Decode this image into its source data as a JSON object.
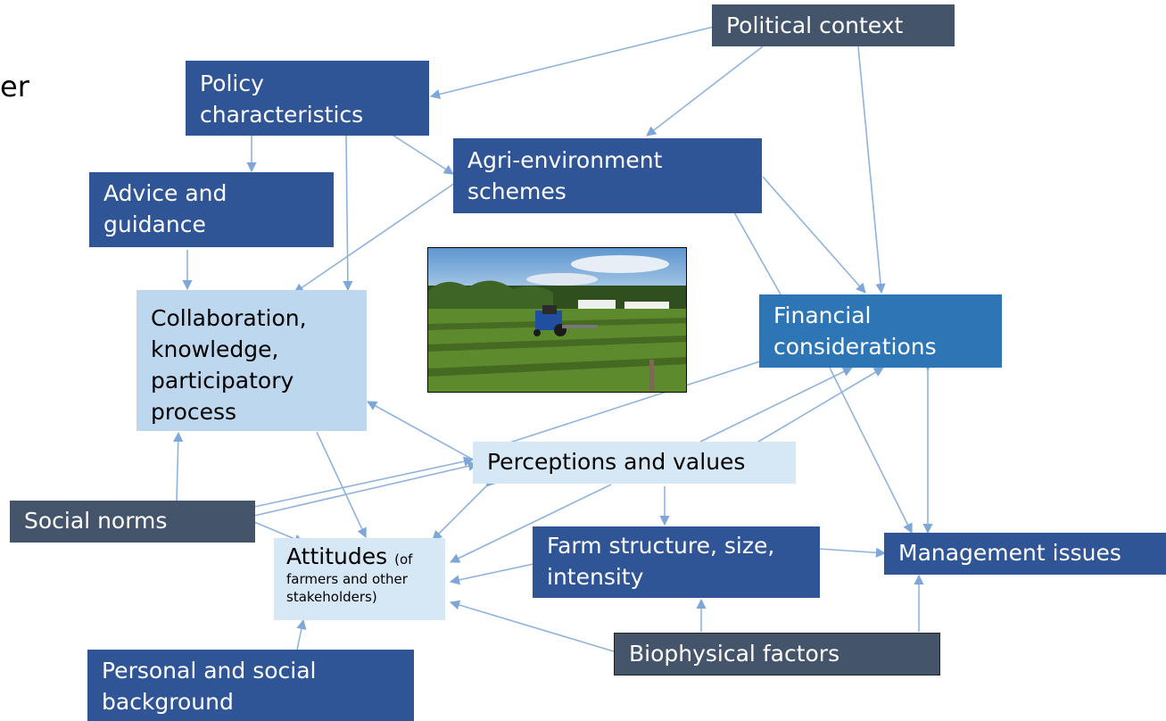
{
  "fragment_text": "er",
  "nodes": {
    "political_context": "Political context",
    "policy_characteristics_1": "Policy",
    "policy_characteristics_2": "characteristics",
    "agri_env_1": "Agri-environment",
    "agri_env_2": "schemes",
    "advice_1": "Advice and",
    "advice_2": "guidance",
    "collab_1": "Collaboration,",
    "collab_2": "knowledge,",
    "collab_3": "participatory",
    "collab_4": "process",
    "financial_1": "Financial",
    "financial_2": "considerations",
    "perceptions": "Perceptions and values",
    "social_norms": "Social norms",
    "attitudes_main": "Attitudes",
    "attitudes_sub_1": "(of",
    "attitudes_sub_2": "farmers and other",
    "attitudes_sub_3": "stakeholders)",
    "farm_structure_1": "Farm structure, size,",
    "farm_structure_2": "intensity",
    "management": "Management issues",
    "personal_1": "Personal and social",
    "personal_2": "background",
    "biophysical": "Biophysical factors"
  },
  "colors": {
    "dark_slate": "#44546a",
    "navy": "#2f5597",
    "mid_blue": "#2e75b6",
    "pale_blue": "#bdd7ee",
    "arrow": "#7da7d9"
  },
  "photo": {
    "subject": "tractor-in-field-photo"
  }
}
